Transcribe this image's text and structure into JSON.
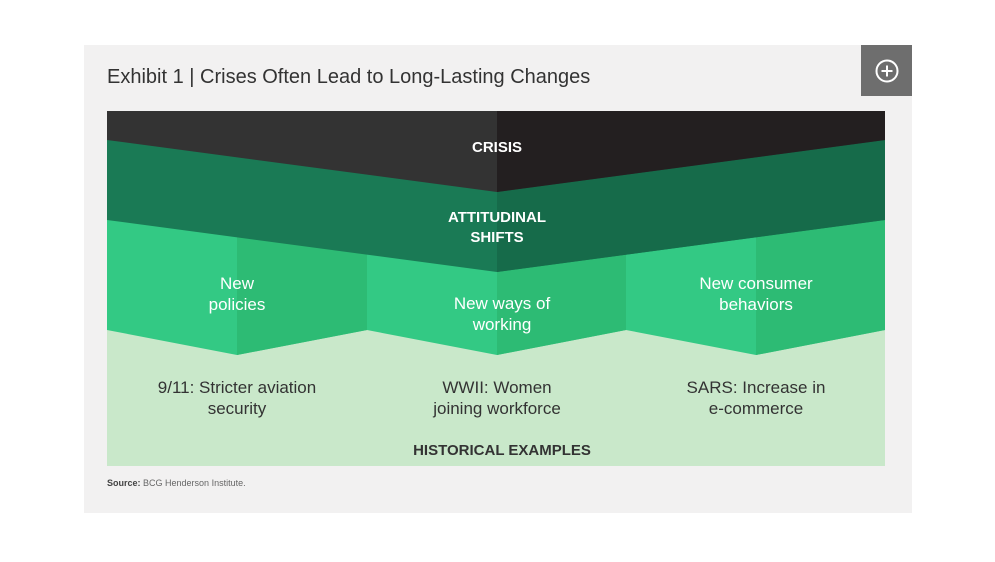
{
  "title": "Exhibit 1 | Crises Often Lead to Long-Lasting Changes",
  "expand_icon": "plus-circle-icon",
  "diagram": {
    "crisis": "CRISIS",
    "attitudinal": [
      "ATTITUDINAL",
      "SHIFTS"
    ],
    "changes": [
      [
        "New",
        "policies"
      ],
      [
        "New ways of",
        "working"
      ],
      [
        "New consumer",
        "behaviors"
      ]
    ],
    "examples": [
      [
        "9/11: Stricter aviation",
        "security"
      ],
      [
        "WWII: Women",
        "joining workforce"
      ],
      [
        "SARS: Increase in",
        "e-commerce"
      ]
    ],
    "historical_label": "HISTORICAL EXAMPLES",
    "colors": {
      "black": "#333333",
      "dark_green": "#1a7a55",
      "green": "#33c984",
      "light_green": "#c9e8ca"
    }
  },
  "source": {
    "label": "Source:",
    "text": "BCG Henderson Institute."
  }
}
